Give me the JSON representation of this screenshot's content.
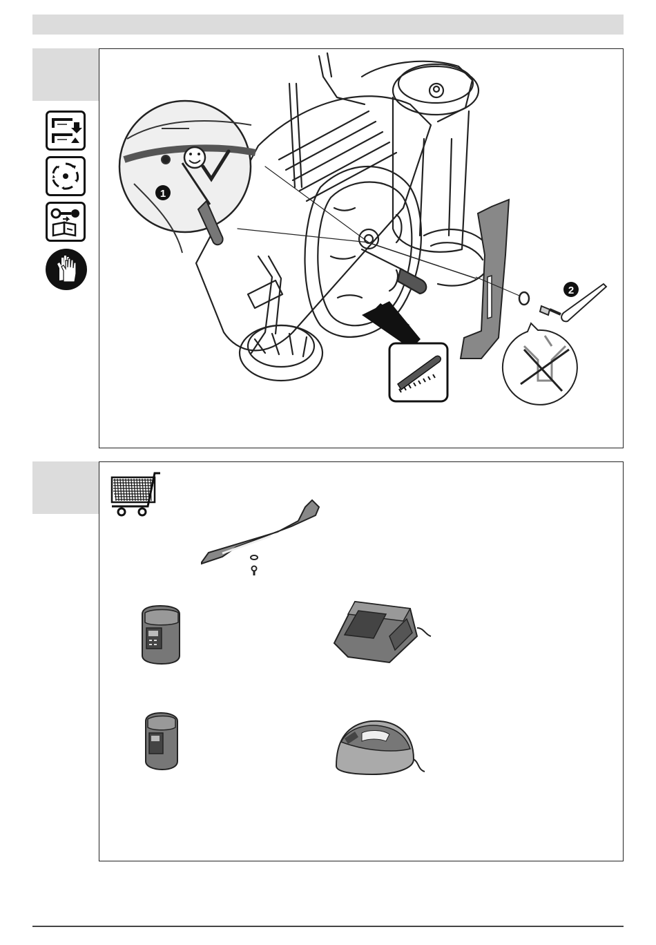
{
  "page": {
    "background": "#ffffff",
    "header_color": "#dcdcdc",
    "line_color": "#222222"
  },
  "section_1": {
    "step_markers": [
      "1",
      "2"
    ],
    "icons": [
      "height-adjust-icon",
      "blade-rotation-icon",
      "remove-key-read-manual-icon",
      "wear-gloves-icon"
    ]
  },
  "section_2": {
    "icons": [
      "shopping-cart-icon"
    ],
    "accessories": [
      "replacement-blade",
      "battery-large",
      "charger-fast",
      "battery-small",
      "charger-standard"
    ]
  }
}
